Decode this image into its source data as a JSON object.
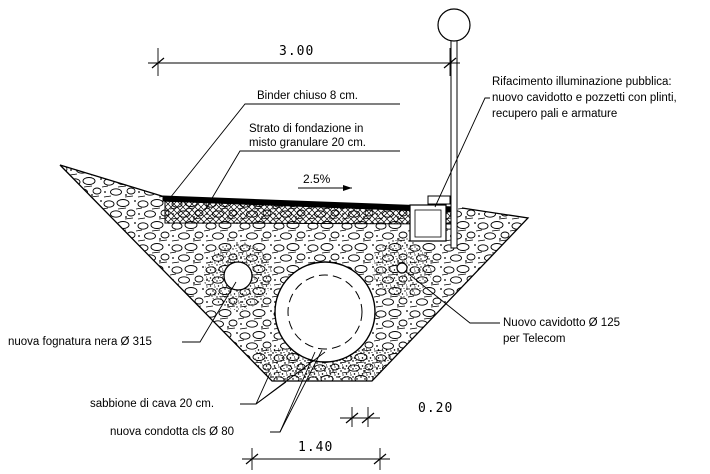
{
  "dimensions": {
    "top_width": "3.00",
    "bottom_width": "1.40",
    "lateral_gap": "0.20"
  },
  "slope": "2.5%",
  "labels": {
    "binder": "Binder chiuso 8 cm.",
    "foundation_line1": "Strato di fondazione in",
    "foundation_line2": "misto granulare 20 cm.",
    "lighting_line1": "Rifacimento illuminazione pubblica:",
    "lighting_line2": "nuovo cavidotto e pozzetti con plinti,",
    "lighting_line3": "recupero pali e armature",
    "sewer": "nuova fognatura nera Ø 315",
    "telecom_line1": "Nuovo cavidotto Ø 125",
    "telecom_line2": "per Telecom",
    "sand": "sabbione di cava 20 cm.",
    "conduit": "nuova condotta cls Ø 80"
  },
  "colors": {
    "line": "#000000",
    "background": "#ffffff"
  }
}
